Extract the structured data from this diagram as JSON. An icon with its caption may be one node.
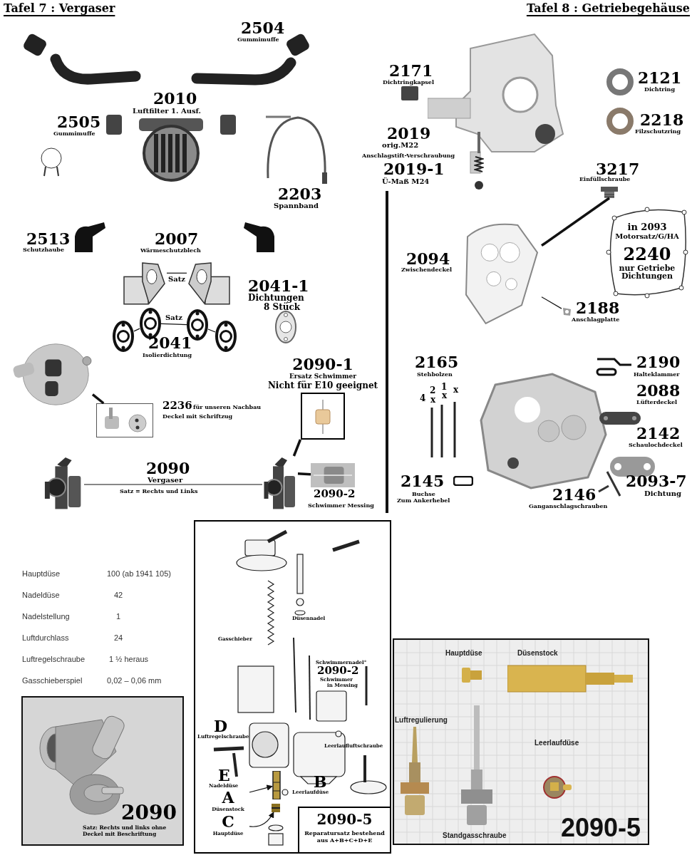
{
  "diagram": {
    "nodes": [
      {
        "text": [],
        "shape": "picture"
      },
      {
        "text": [],
        "shape": "picture"
      },
      {
        "text": [
          "2090-1",
          "Ersatz Schwimmer",
          "Nicht für E10 geeignet"
        ]
      },
      {
        "text": [],
        "shape": "picture"
      },
      {
        "text": [],
        "shape": "picture"
      },
      {
        "text": [],
        "shape": "picture"
      },
      {
        "text": [],
        "shape": "picture"
      },
      {
        "text": [],
        "shape": "picture"
      },
      {
        "text": [],
        "shape": "picture"
      },
      {
        "text": [],
        "shape": "picture"
      },
      {
        "text": [],
        "shape": "picture"
      },
      {
        "text": [],
        "shape": "picture"
      },
      {
        "text": [],
        "shape": "picture"
      },
      {
        "text": [],
        "shape": "picture"
      },
      {
        "text": [],
        "shape": "picture"
      },
      {
        "text": [
          "in 2093",
          "Motorsatz/G/HA",
          "2240",
          "nur Getriebe Dichtungen"
        ]
      },
      {
        "text": [],
        "shape": "box"
      },
      {
        "text": [
          "2090-5",
          "Reparatursatz bestehend aus A+B+C+D+E"
        ],
        "in": 16
      },
      {
        "text": [
          "A",
          "Düsenstock"
        ],
        "in": 16
      },
      {
        "text": [],
        "shape": "picture",
        "in": 16
      },
      {
        "text": [
          "C",
          "Hauptdüse"
        ],
        "in": 16
      },
      {
        "text": [],
        "shape": "picture",
        "in": 16
      },
      {
        "text": [
          "2090",
          "Satz: Rechts und links ohne Deckel mit Beschriftung"
        ]
      },
      {
        "text": [
          "Hauptdüse",
          "Düsenstock",
          "Luftregulierung",
          "Leerlaufdüse",
          "Standgasschraube",
          "2090-5"
        ]
      }
    ],
    "edges": [
      {
        "from": 0,
        "to": 1,
        "arrow": "none",
        "style": "thick"
      },
      {
        "from": 2,
        "to": 3,
        "arrow": "none",
        "style": "thick"
      },
      {
        "from": 5,
        "to": 3,
        "arrow": "none",
        "style": "thick"
      },
      {
        "from": 4,
        "to": 3,
        "arrow": "none"
      },
      {
        "from": 6,
        "to": 7,
        "arrow": "none",
        "label": "Satz"
      },
      {
        "from": 8,
        "to": 9,
        "arrow": "none"
      },
      {
        "from": 9,
        "to": 10,
        "arrow": "none",
        "label": "Satz"
      },
      {
        "from": 10,
        "to": 11,
        "arrow": "none"
      },
      {
        "from": 14,
        "to": 13,
        "arrow": "none",
        "style": "thick"
      },
      {
        "from": 12,
        "to": 13,
        "arrow": "none"
      },
      {
        "from": 18,
        "to": 19,
        "arrow": "to"
      },
      {
        "from": 20,
        "to": 21,
        "arrow": "to"
      }
    ],
    "labels": [
      "Tafel 7 : Vergaser",
      "Tafel 8 : Getriebegehäuse",
      "2504",
      "Gummimuffe",
      "2010",
      "Luftfilter 1. Ausf.",
      "2505",
      "Gummimuffe",
      "2203",
      "Spannband",
      "2171",
      "Dichtringkapsel",
      "2121",
      "Dichtring",
      "2218",
      "Filzschutzring",
      "2019",
      "orig.M22",
      "Anschlagstift-Verschraubung",
      "2019-1",
      "Ü-Maß M24",
      "3217",
      "Einfüllschraube",
      "2513",
      "Schutzhaube",
      "2007",
      "Wärmeschutzblech",
      "2094",
      "Zwischendeckel",
      "2041-1",
      "Dichtungen",
      "8 Stück",
      "2188",
      "Anschlagplatte",
      "2041",
      "Isolierdichtung",
      "2165",
      "Stehbolzen",
      "4",
      "2",
      "x",
      "1",
      "x",
      "x",
      "2190",
      "Halteklammer",
      "2088",
      "Lüfterdeckel",
      "2236",
      "für unseren Nachbau",
      "Deckel mit Schriftzug",
      "2142",
      "Schaulochdeckel",
      "2090",
      "Vergaser",
      "Satz = Rechts und Links",
      "2145",
      "2093-7",
      "2090-2",
      "Schwimmer Messing",
      "Dichtung",
      "2146",
      "Buchse",
      "Zum Ankerhebel",
      "Ganganschlagschrauben",
      "Hauptdüse",
      "100 (ab 1941 105)",
      "Nadeldüse",
      "42",
      "Nadelstellung",
      "1",
      "Luftdurchlass",
      "24",
      "Luftregelschraube",
      "1 ½  heraus",
      "Gasschieberspiel",
      "0,02 – 0,06 mm",
      "Düsennadel",
      "Gasschieber",
      "Schwimmernadel°",
      "2090-2",
      "Schwimmer",
      "in Messing",
      "D",
      "Luftregelschraube",
      "Leerlaufluftschraube",
      "E",
      "B",
      "Nadeldüse",
      "Leerlaufdüse"
    ]
  }
}
